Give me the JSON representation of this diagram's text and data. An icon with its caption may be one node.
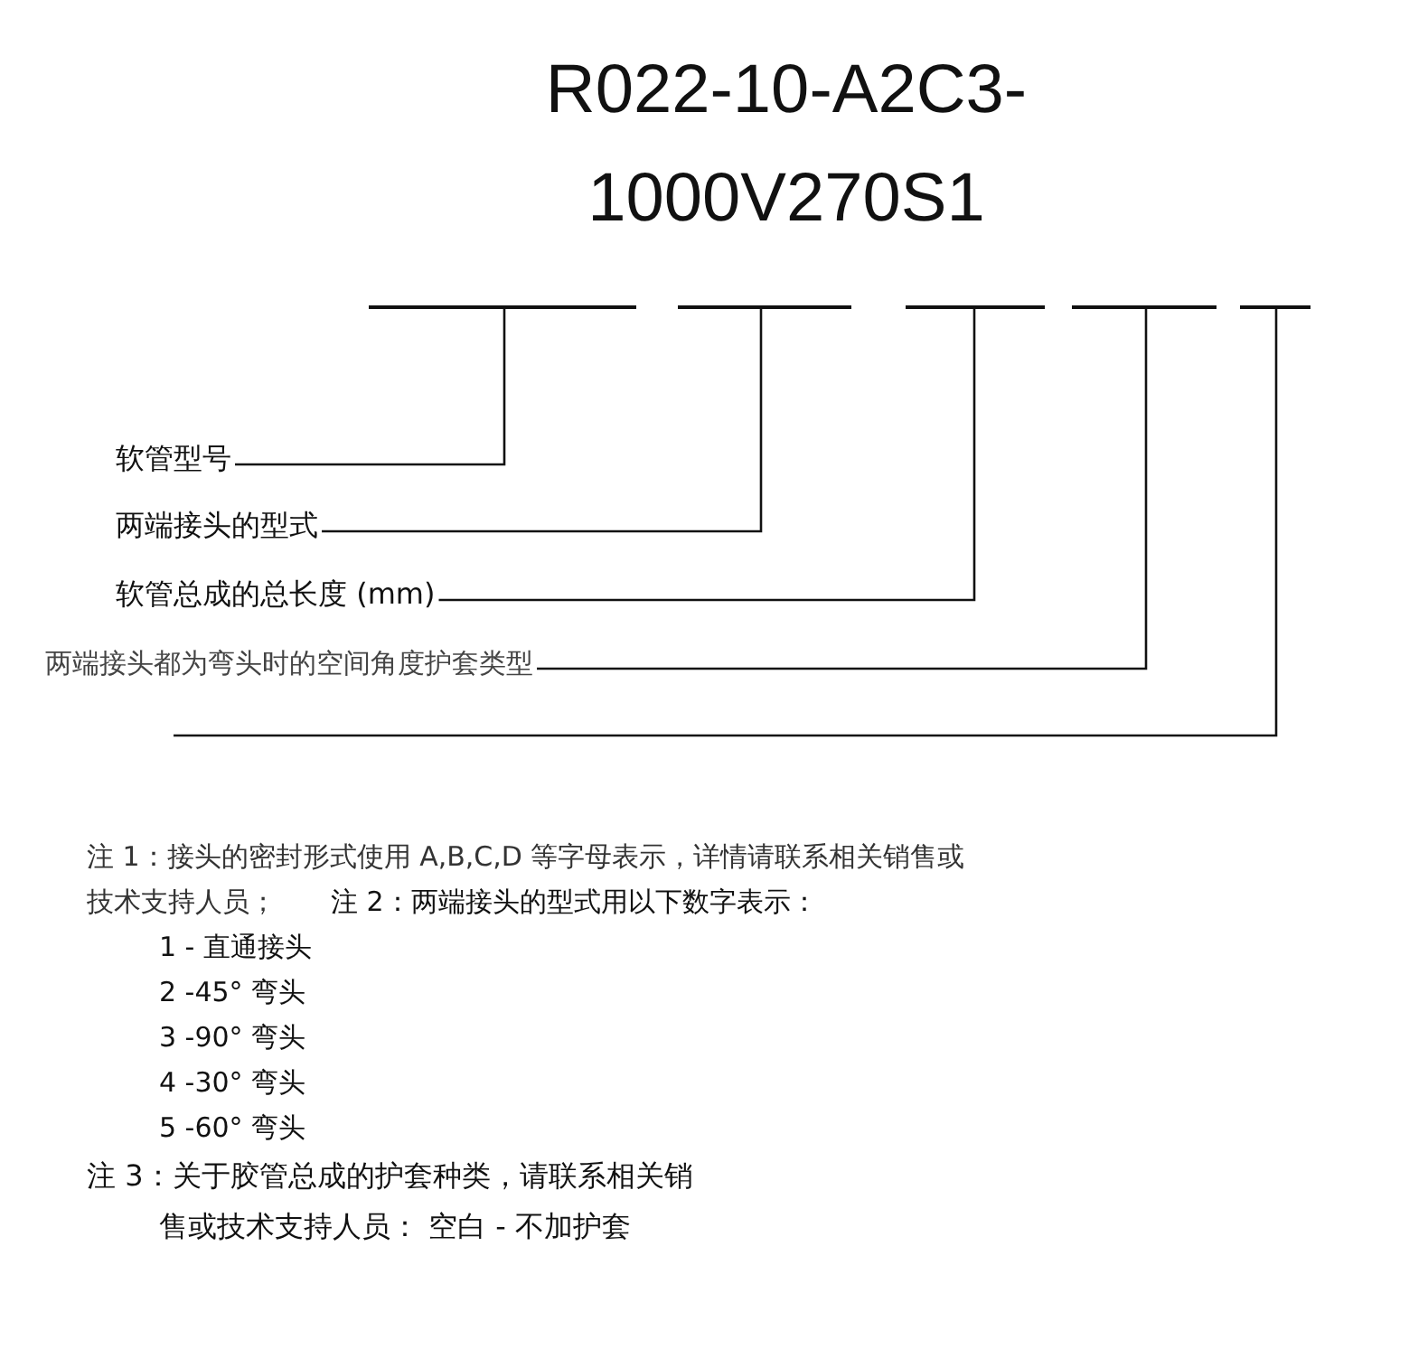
{
  "diagram": {
    "title": "R022-10-A2C3- 1000V270S1",
    "nodes": [
      {
        "text": [],
        "shape": "bar"
      },
      {
        "text": [],
        "shape": "bar"
      },
      {
        "text": [],
        "shape": "bar"
      },
      {
        "text": [],
        "shape": "bar"
      },
      {
        "text": [],
        "shape": "bar"
      },
      {
        "text": [
          "软管型号"
        ]
      },
      {
        "text": [
          "两端接头的型式"
        ]
      },
      {
        "text": [
          "软管总成的总长度 (mm)"
        ]
      },
      {
        "text": [
          "两端接头都为弯头时的空间角度护套类型"
        ]
      }
    ],
    "edges": [
      {
        "from": 5,
        "to": 0,
        "arrow": "none"
      },
      {
        "from": 6,
        "to": 1,
        "arrow": "none"
      },
      {
        "from": 7,
        "to": 2,
        "arrow": "none"
      },
      {
        "from": 8,
        "to": 3,
        "arrow": "none"
      },
      {
        "from": null,
        "to": 4,
        "arrow": "none"
      }
    ],
    "labels": [
      "注 1：接头的密封形式使用 A,B,C,D 等字母表示，详情请联系相关销售或技术支持人员；",
      "注 2：两端接头的型式用以下数字表示：",
      "1 - 直通接头",
      "2 -45° 弯头",
      "3 -90° 弯头",
      "4 -30° 弯头",
      "5 -60° 弯头",
      "注 3：关于胶管总成的护套种类，请联系相关销售或技术支持人员： 空白 - 不加护套"
    ]
  }
}
